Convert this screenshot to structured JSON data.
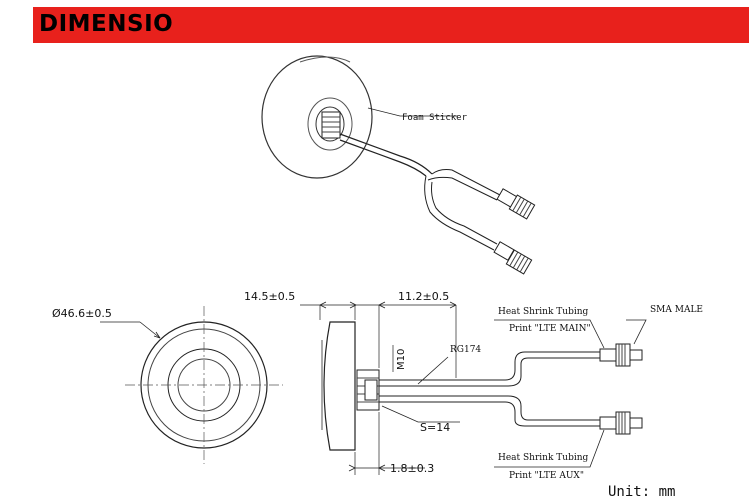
{
  "banner": {
    "title": "DIMENSIO",
    "color": "#e8211c"
  },
  "labels": {
    "foam_sticker": "Foam Sticker",
    "diameter": "Ø46.6±0.5",
    "depth": "14.5±0.5",
    "thread_len": "11.2±0.5",
    "thread": "M10",
    "cable": "RG174",
    "nut": "S=14",
    "bottom": "1.8±0.3",
    "tubing_main_1": "Heat Shrink Tubing",
    "tubing_main_2": "Print \"LTE MAIN\"",
    "tubing_aux_1": "Heat Shrink Tubing",
    "tubing_aux_2": "Print \"LTE AUX\"",
    "connector": "SMA MALE",
    "unit": "Unit: mm"
  }
}
